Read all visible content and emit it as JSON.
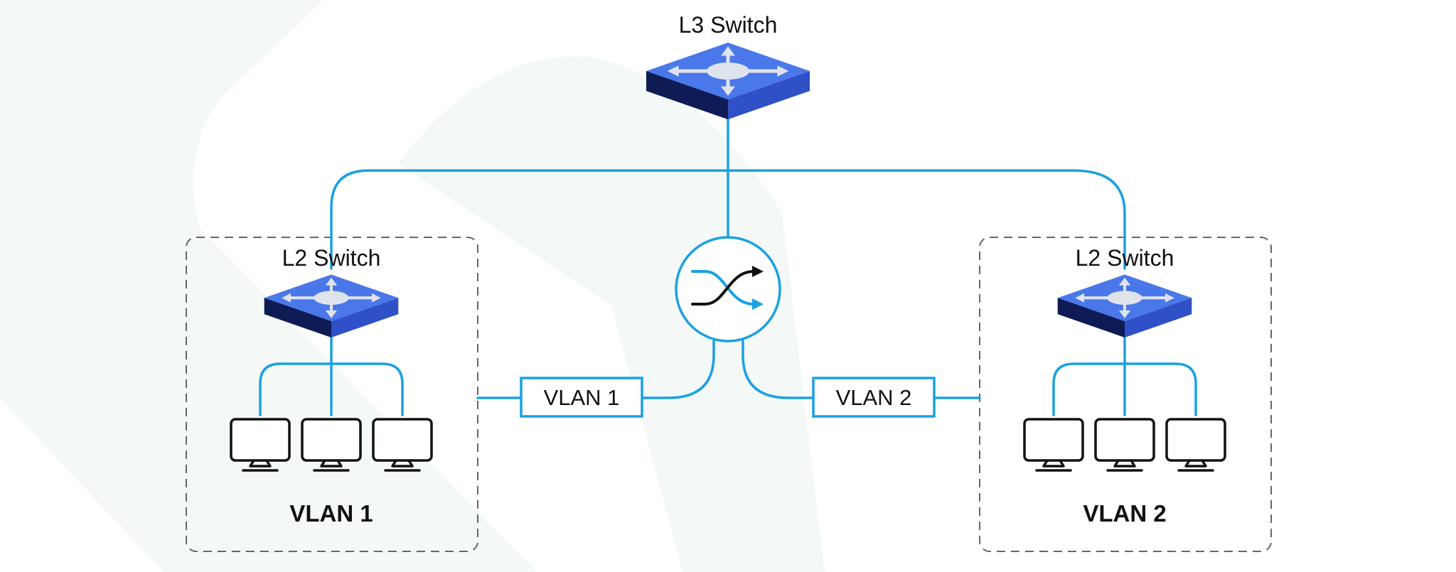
{
  "nodes": {
    "l3_switch": {
      "label": "L3 Switch"
    },
    "l2_switch_left": {
      "label": "L2 Switch"
    },
    "l2_switch_right": {
      "label": "L2 Switch"
    },
    "router": {
      "icon": "crossing-arrows-icon"
    }
  },
  "links": {
    "vlan1_tag": "VLAN 1",
    "vlan2_tag": "VLAN 2"
  },
  "groups": {
    "left": {
      "label": "VLAN 1",
      "host_count": 3
    },
    "right": {
      "label": "VLAN 2",
      "host_count": 3
    }
  },
  "colors": {
    "link": "#1aa1e0",
    "switch_top": "#4a78ea",
    "switch_front": "#2f50c6",
    "switch_side": "#0e1b55",
    "arrow_black": "#111111",
    "arrow_blue": "#1aa1e0",
    "background_shape": "#f4f8f7"
  }
}
